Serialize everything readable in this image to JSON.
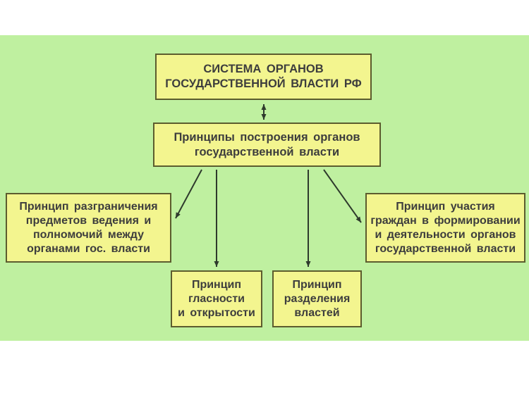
{
  "diagram": {
    "kind": "hierarchy-flowchart",
    "colors": {
      "page_bg": "#ffffff",
      "band_bg": "#bff0a0",
      "box_fill": "#f3f58f",
      "box_border": "#5c5c2e",
      "text": "#3d3d3d",
      "arrow": "#2e3a2c"
    },
    "nodes": {
      "system": "СИСТЕМА  ОРГАНОВ\nГОСУДАРСТВЕННОЙ  ВЛАСТИ  РФ",
      "principles": "Принципы  построения  органов\nгосударственной  власти",
      "delimitation": "Принцип  разграничения\nпредметов  ведения  и\nполномочий  между\nорганами  гос.  власти",
      "glasnost": "Принцип\nгласности\nи  открытости",
      "separation": "Принцип\nразделения\nвластей",
      "participation": "Принцип  участия\nграждан  в  формировании\nи  деятельности  органов\nгосударственной  власти"
    },
    "edges": [
      {
        "from": "system",
        "to": "principles",
        "style": "double-headed"
      },
      {
        "from": "principles",
        "to": "delimitation",
        "style": "arrow"
      },
      {
        "from": "principles",
        "to": "glasnost",
        "style": "arrow"
      },
      {
        "from": "principles",
        "to": "separation",
        "style": "arrow"
      },
      {
        "from": "principles",
        "to": "participation",
        "style": "arrow"
      }
    ]
  }
}
